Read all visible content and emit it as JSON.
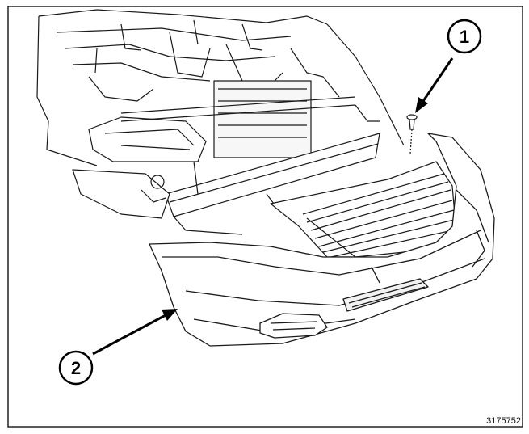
{
  "figure": {
    "callouts": [
      {
        "label": "1",
        "part": "fastener"
      },
      {
        "label": "2",
        "part": "front fascia"
      }
    ],
    "figure_id": "3175752"
  }
}
